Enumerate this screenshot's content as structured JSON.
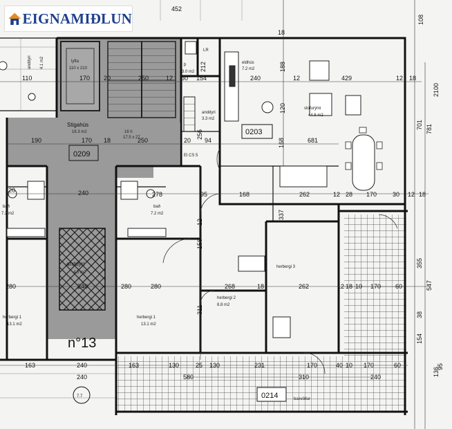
{
  "logo": {
    "text": "EIGNAMIÐLUN",
    "icon": "house-logo-icon",
    "colors": {
      "text": "#1d3f8e",
      "house": "#e98a1c"
    }
  },
  "rooms": {
    "lyfta": {
      "name": "lyfta",
      "size": "110 x 210"
    },
    "stigahus": {
      "name": "Stigahús",
      "area": "16.3 m2",
      "steps": "16 h",
      "steps_size": "17.5 x 27",
      "code": "0209"
    },
    "anddyri_common": {
      "name": "anddyri",
      "area": "4,5 m2"
    },
    "eldhus": {
      "name": "eldhús",
      "area": "7.2 m2"
    },
    "stofurymi": {
      "name": "stofurými",
      "area": "44.6 m2"
    },
    "anddyri": {
      "name": "anddyri",
      "area": "3.3 m2"
    },
    "unit_0203": {
      "code": "0203"
    },
    "geymsla": {
      "name": "þ",
      "area": "3.0 m2"
    },
    "bad_left": {
      "name": "bað",
      "area": "7.2 m2"
    },
    "bad_mid": {
      "name": "bað",
      "area": "7.2 m2"
    },
    "herbergi1_left": {
      "name": "herbergi 1",
      "area": "13.1 m2"
    },
    "herbergi1_mid": {
      "name": "herbergi 1",
      "area": "13.1 m2"
    },
    "herbergi2": {
      "name": "herbergi 2",
      "area": "8.8 m2"
    },
    "herbergi3": {
      "name": "herbergi 3"
    },
    "bakvollur": {
      "name": "bakvöllur",
      "code": "0214"
    },
    "left_room_top": {
      "name": "anddyri",
      "area": "4.1 m2"
    },
    "house_no": {
      "text": "n°13"
    },
    "circle_label": {
      "text": "7.7"
    },
    "lr": {
      "text": "LR"
    },
    "elcs": {
      "text": "El CS 5"
    }
  },
  "dimensions": {
    "top_452": "452",
    "top_108": "108",
    "top_18": "18",
    "top_2100": "2100",
    "d110": "110",
    "d170a": "170",
    "d20a": "20",
    "d250a": "250",
    "d12a": "12",
    "d60": "60",
    "d154": "154",
    "d212": "212",
    "d240a": "240",
    "d12b": "12",
    "d429": "429",
    "d12c": "12",
    "d18a": "18",
    "d120": "120",
    "d188": "188",
    "d190": "190",
    "d170b": "170",
    "d18b": "18",
    "d250b": "250",
    "d20b": "20",
    "d94": "94",
    "d681": "681",
    "d256": "256",
    "d168a": "168",
    "d781": "781",
    "d701": "701",
    "d20c": "20",
    "d240b": "240",
    "d278": "278",
    "d95": "95",
    "d168b": "168",
    "d262a": "262",
    "d12d": "12",
    "d28": "28",
    "d170c": "170",
    "d30": "30",
    "d12e": "12",
    "d18c": "18",
    "d337": "337",
    "d355": "355",
    "d547": "547",
    "d136": "136",
    "d38": "38",
    "d154b": "154",
    "d280a": "280",
    "d240c": "240",
    "d280b": "280",
    "d280c": "280",
    "d268": "268",
    "d18d": "18",
    "d262b": "262",
    "d12f": "12",
    "d18e": "18",
    "d10": "10",
    "d170d": "170",
    "d60b": "60",
    "d311": "311",
    "d156": "156",
    "d12g": "12",
    "b163a": "163",
    "b240a": "240",
    "b163b": "163",
    "b130a": "130",
    "b25": "25",
    "b130b": "130",
    "b231": "231",
    "b170": "170",
    "b40": "40",
    "b10": "10",
    "b170b": "170",
    "b60": "60",
    "b240b": "240",
    "b580": "580",
    "b310": "310",
    "b240c": "240",
    "b95": "95"
  }
}
